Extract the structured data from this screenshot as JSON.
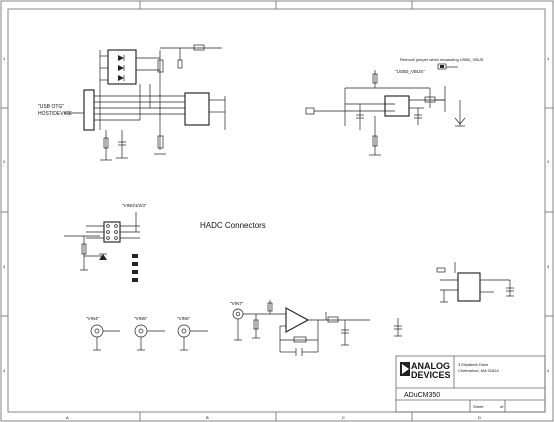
{
  "border": {
    "cols": [
      "A",
      "B",
      "C",
      "D"
    ],
    "rows": [
      "1",
      "2",
      "3",
      "4"
    ]
  },
  "labels": {
    "usb_otg": "\"USB OTG\"",
    "host_device": "HOST/DEVICE",
    "remove_jumper": "Remove jumper when measuring USB0_VBUS",
    "usb0_vbus": "\"USB0_VBUS\"",
    "vin0123": "\"VIN0/1/2/3\"",
    "hadc_connectors": "HADC Connectors",
    "vin4": "\"VIN4\"",
    "vin5": "\"VIN5\"",
    "vin6": "\"VIN6\"",
    "vin7": "\"VIN7\""
  },
  "title_block": {
    "company": "ANALOG",
    "company2": "DEVICES",
    "address1": "3 Elizabeth Drive",
    "address2": "Chelmsford, MA 01824",
    "part": "ADuCM350",
    "sheet_label": "Sheet",
    "of_label": "of"
  }
}
